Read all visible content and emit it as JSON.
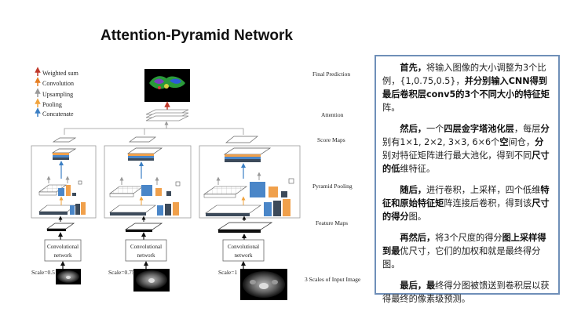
{
  "slide": {
    "title": "Attention-Pyramid Network"
  },
  "legend": [
    {
      "label": "Weighted sum",
      "color": "#c0392b"
    },
    {
      "label": "Convolution",
      "color": "#e67e22"
    },
    {
      "label": "Upsampling",
      "color": "#888888"
    },
    {
      "label": "Pooling",
      "color": "#f1a33c"
    },
    {
      "label": "Concatenate",
      "color": "#3b7fc4"
    }
  ],
  "stage_labels": {
    "final": "Final Prediction",
    "attention": "Attention",
    "score": "Score Maps",
    "pyramid": "Pyramid Pooling",
    "feature": "Feature Maps",
    "input": "3 Scales of Input Image"
  },
  "conv_line1": "Convolutional",
  "conv_line2": "network",
  "scales": [
    "Scale=0.5",
    "Scale=0.75",
    "Scale=1"
  ],
  "colors": {
    "blue": "#4a86c8",
    "orange": "#f0a04b",
    "dark": "#3c4a5a",
    "border": "#6f8fb8"
  },
  "description": {
    "p1": {
      "a": "首先，",
      "b": "将输入图像的大小调整为3个比例，{1,0.75,0.5}，",
      "c": "并分",
      "d": "别输入CNN得到最后卷积层conv5的3个不同大小的特征矩",
      "e": "阵。"
    },
    "p2": {
      "a": "然后，",
      "b": "一个",
      "c": "四层金字塔池化层",
      "d": "，每层",
      "e": "分",
      "f": "别有1×1, 2×2, 3×3, 6×6个",
      "g": "空",
      "h": "间仓，",
      "i": "分",
      "j": "别对特征矩阵进行最大池化，得到不同",
      "k": "尺寸的低",
      "l": "维特征。"
    },
    "p3": {
      "a": "随后，",
      "b": "进行卷积，上采样，四个低维",
      "c": "特征和原始特征矩",
      "d": "阵连接后卷积，得到该",
      "e": "尺寸的得分",
      "f": "图。"
    },
    "p4": {
      "a": "再然后，",
      "b": "将3个尺度的得分",
      "c": "图上采样得",
      "d": "到最",
      "e": "优尺寸，它们的加权和就是最终得分",
      "f": "图。"
    },
    "p5": {
      "a": "最后，",
      "b": "最",
      "c": "终得分图被馈送到卷积层以获得最终的像素级预测。"
    }
  }
}
